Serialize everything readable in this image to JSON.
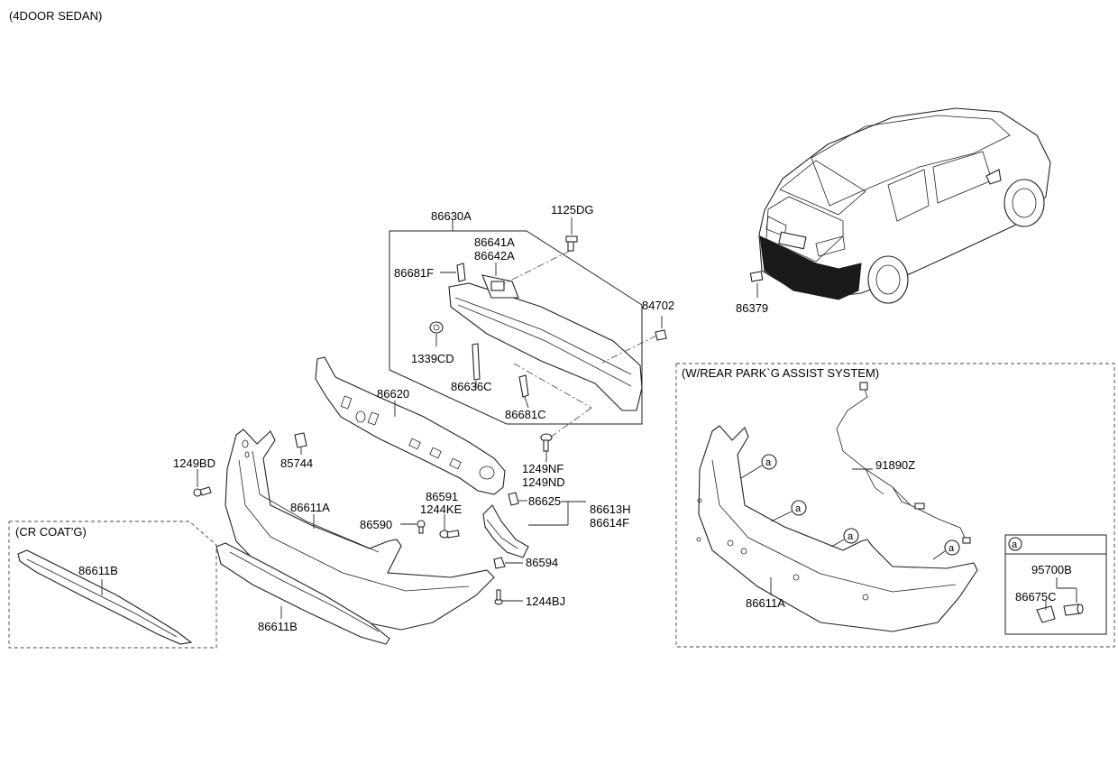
{
  "header": {
    "variant": "(4DOOR SEDAN)"
  },
  "parts": {
    "p86630A": "86630A",
    "p1125DG": "1125DG",
    "p86641A": "86641A",
    "p86642A": "86642A",
    "p86681F": "86681F",
    "p84702": "84702",
    "p1339CD": "1339CD",
    "p86636C": "86636C",
    "p86681C": "86681C",
    "p86620": "86620",
    "p1249NF": "1249NF",
    "p1249ND": "1249ND",
    "p1249BD": "1249BD",
    "p85744": "85744",
    "p86611A": "86611A",
    "p86591": "86591",
    "p1244KE": "1244KE",
    "p86625": "86625",
    "p86613H": "86613H",
    "p86614F": "86614F",
    "p86590": "86590",
    "p86594": "86594",
    "p1244BJ": "1244BJ",
    "p86611B": "86611B",
    "p86379": "86379",
    "cr_86611B": "86611B"
  },
  "cr_coating": {
    "title": "(CR COAT'G)"
  },
  "park_assist": {
    "title": "(W/REAR PARK`G ASSIST SYSTEM)",
    "harness": "91890Z",
    "bumper": "86611A",
    "callout": "a",
    "detail_callout": "a",
    "sensor": "95700B",
    "bracket": "86675C"
  }
}
